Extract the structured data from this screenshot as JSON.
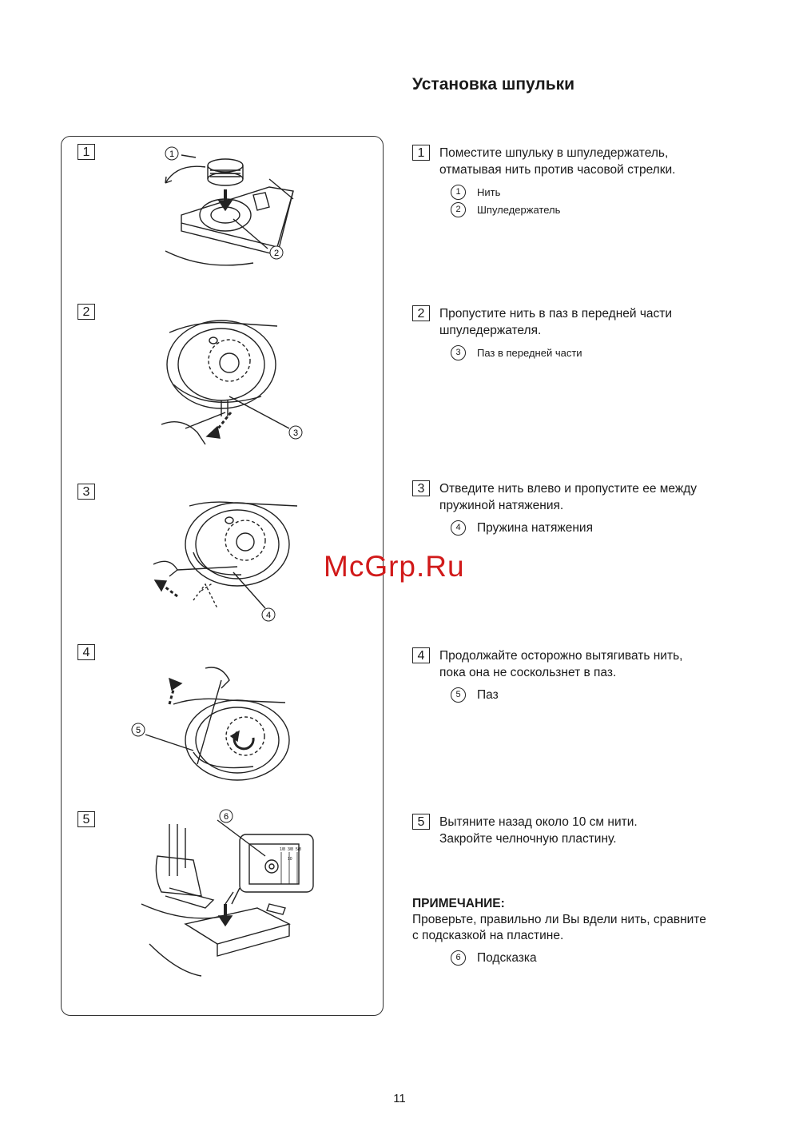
{
  "title": "Установка шпульки",
  "steps": [
    {
      "num": "1",
      "lines": [
        "Поместите шпульку в шпуледержатель,",
        "отматывая нить против часовой стрелки."
      ],
      "callouts": [
        {
          "n": "1",
          "label": "Нить"
        },
        {
          "n": "2",
          "label": "Шпуледержатель"
        }
      ]
    },
    {
      "num": "2",
      "lines": [
        "Пропустите нить в паз в передней части",
        "шпуледержателя."
      ],
      "callouts": [
        {
          "n": "3",
          "label": "Паз в передней части"
        }
      ]
    },
    {
      "num": "3",
      "lines": [
        "Отведите нить влево и пропустите ее между",
        "пружиной натяжения."
      ],
      "callouts": [
        {
          "n": "4",
          "label": "Пружина натяжения"
        }
      ]
    },
    {
      "num": "4",
      "lines": [
        "Продолжайте осторожно вытягивать нить,",
        "пока она не соскользнет в паз."
      ],
      "callouts": [
        {
          "n": "5",
          "label": "Паз"
        }
      ]
    },
    {
      "num": "5",
      "lines": [
        "Вытяните назад около 10 см нити.",
        "Закройте челночную пластину."
      ],
      "callouts": []
    }
  ],
  "note": {
    "heading": "ПРИМЕЧАНИЕ:",
    "lines": [
      "Проверьте, правильно ли Вы вдели нить, сравните",
      "с  подсказкой на пластине."
    ],
    "callouts": [
      {
        "n": "6",
        "label": "Подсказка"
      }
    ]
  },
  "panel": {
    "step_labels": [
      "1",
      "2",
      "3",
      "4",
      "5"
    ],
    "callout_labels": [
      "1",
      "2",
      "3",
      "4",
      "5",
      "6"
    ],
    "guide_labels": [
      "1/8",
      "3/8",
      "5/8",
      "10"
    ]
  },
  "watermark": "McGrp.Ru",
  "page_number": "11"
}
